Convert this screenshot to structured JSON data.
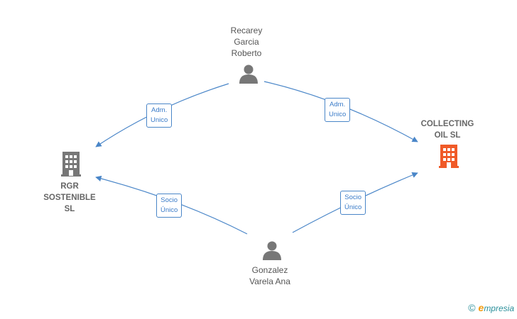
{
  "nodes": {
    "recarey": {
      "label": "Recarey\nGarcia\nRoberto",
      "type": "person"
    },
    "gonzalez": {
      "label": "Gonzalez\nVarela Ana",
      "type": "person"
    },
    "rgr": {
      "label": "RGR\nSOSTENIBLE\nSL",
      "type": "company"
    },
    "collecting": {
      "label": "COLLECTING\nOIL  SL",
      "type": "company",
      "color": "#f05a28"
    }
  },
  "edges": {
    "e1": {
      "label": "Adm.\nUnico"
    },
    "e2": {
      "label": "Adm.\nUnico"
    },
    "e3": {
      "label": "Socio\nÚnico"
    },
    "e4": {
      "label": "Socio\nÚnico"
    }
  },
  "colors": {
    "edge": "#4a86c8",
    "person_icon": "#777777",
    "company_icon": "#777777",
    "highlight_company": "#f05a28"
  },
  "footer": {
    "copyright": "©",
    "brand_e": "e",
    "brand_rest": "mpresia"
  }
}
